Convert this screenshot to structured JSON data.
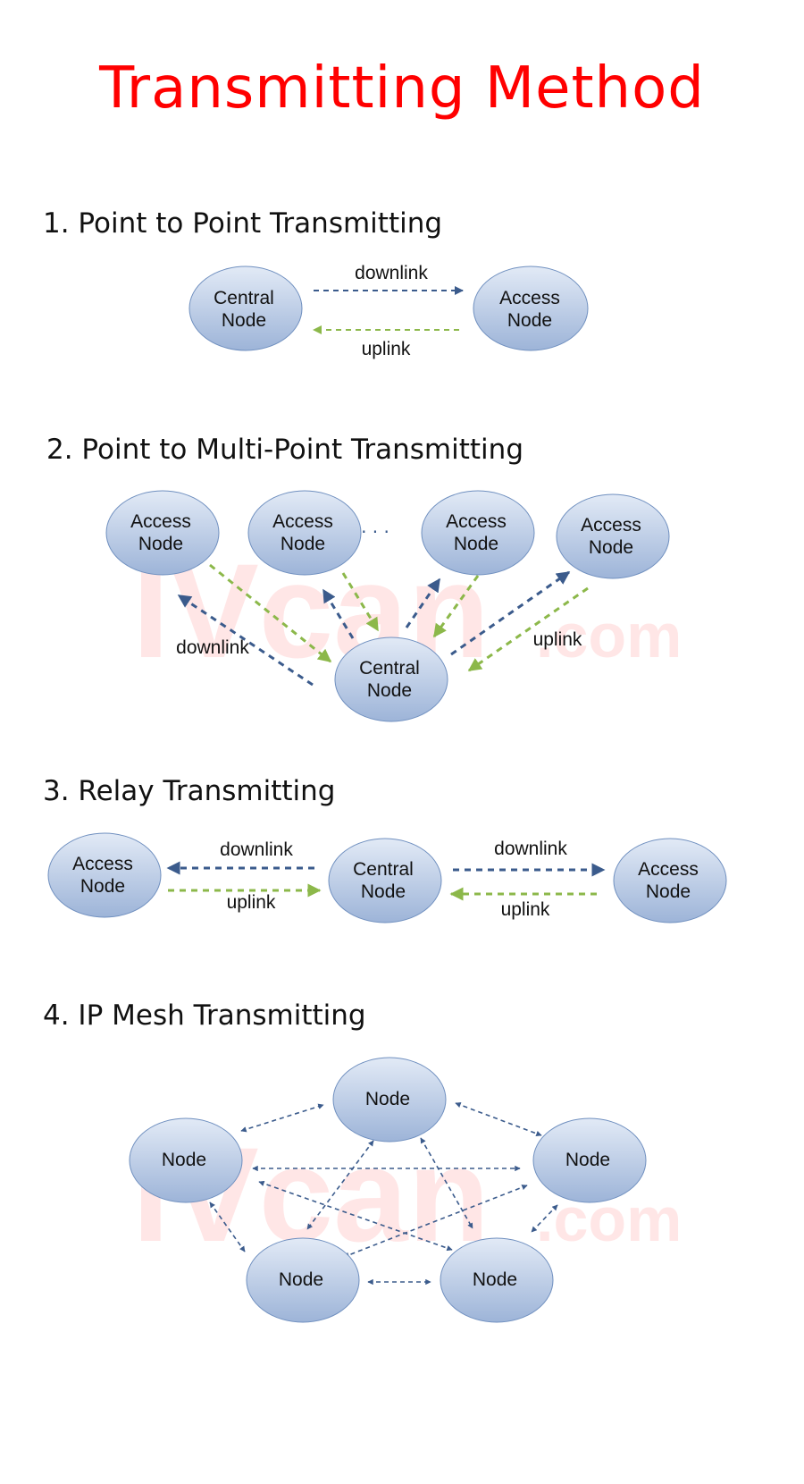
{
  "title": "Transmitting Method",
  "watermark": {
    "main": "IVcan",
    "suffix": ".com"
  },
  "colors": {
    "title": "#ff0000",
    "downlink": "#3b5b8c",
    "uplink": "#8cb84a",
    "mesh_link": "#3b5b8c",
    "node_fill_top": "#dfe8f5",
    "node_fill_bottom": "#9fb7da",
    "node_stroke": "#6f8fbf"
  },
  "sections": [
    {
      "heading": "1. Point to Point Transmitting",
      "nodes": [
        {
          "line1": "Central",
          "line2": "Node"
        },
        {
          "line1": "Access",
          "line2": "Node"
        }
      ],
      "labels": {
        "downlink": "downlink",
        "uplink": "uplink"
      }
    },
    {
      "heading": "2. Point to Multi-Point Transmitting",
      "access_nodes": [
        {
          "line1": "Access",
          "line2": "Node"
        },
        {
          "line1": "Access",
          "line2": "Node"
        },
        {
          "line1": "Access",
          "line2": "Node"
        },
        {
          "line1": "Access",
          "line2": "Node"
        }
      ],
      "central": {
        "line1": "Central",
        "line2": "Node"
      },
      "ellipsis": "· · ·",
      "labels": {
        "downlink": "downlink",
        "uplink": "uplink"
      }
    },
    {
      "heading": "3. Relay Transmitting",
      "nodes": [
        {
          "line1": "Access",
          "line2": "Node"
        },
        {
          "line1": "Central",
          "line2": "Node"
        },
        {
          "line1": "Access",
          "line2": "Node"
        }
      ],
      "labels": {
        "left_downlink": "downlink",
        "left_uplink": "uplink",
        "right_downlink": "downlink",
        "right_uplink": "uplink"
      }
    },
    {
      "heading": "4. IP Mesh Transmitting",
      "nodes": [
        {
          "label": "Node"
        },
        {
          "label": "Node"
        },
        {
          "label": "Node"
        },
        {
          "label": "Node"
        },
        {
          "label": "Node"
        }
      ]
    }
  ]
}
